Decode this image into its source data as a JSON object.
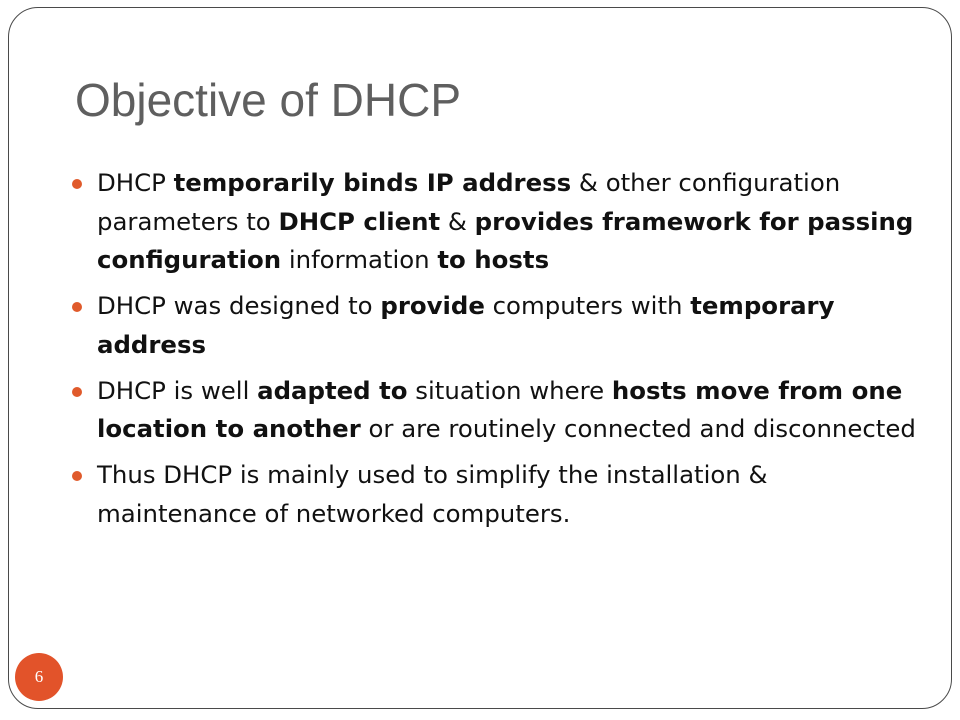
{
  "slide": {
    "title": "Objective of DHCP",
    "page_number": "6",
    "accent_color": "#e2532a",
    "bullet_marker": "orange-dot-bullet",
    "bullets": [
      {
        "segments": [
          {
            "text": "DHCP ",
            "bold": false
          },
          {
            "text": "temporarily binds IP address",
            "bold": true
          },
          {
            "text": " & other configuration parameters to ",
            "bold": false
          },
          {
            "text": "DHCP client",
            "bold": true
          },
          {
            "text": " & ",
            "bold": false
          },
          {
            "text": "provides framework for passing configuration",
            "bold": true
          },
          {
            "text": " information ",
            "bold": false
          },
          {
            "text": "to hosts",
            "bold": true
          }
        ]
      },
      {
        "segments": [
          {
            "text": "DHCP was designed to ",
            "bold": false
          },
          {
            "text": "provide",
            "bold": true
          },
          {
            "text": " computers with ",
            "bold": false
          },
          {
            "text": "temporary address",
            "bold": true
          }
        ]
      },
      {
        "segments": [
          {
            "text": "DHCP is well ",
            "bold": false
          },
          {
            "text": "adapted to",
            "bold": true
          },
          {
            "text": " situation where ",
            "bold": false
          },
          {
            "text": "hosts move from one location to another",
            "bold": true
          },
          {
            "text": " or are routinely connected and disconnected",
            "bold": false
          }
        ]
      },
      {
        "segments": [
          {
            "text": "Thus DHCP is mainly used to simplify the installation & maintenance of networked computers.",
            "bold": false
          }
        ]
      }
    ]
  }
}
